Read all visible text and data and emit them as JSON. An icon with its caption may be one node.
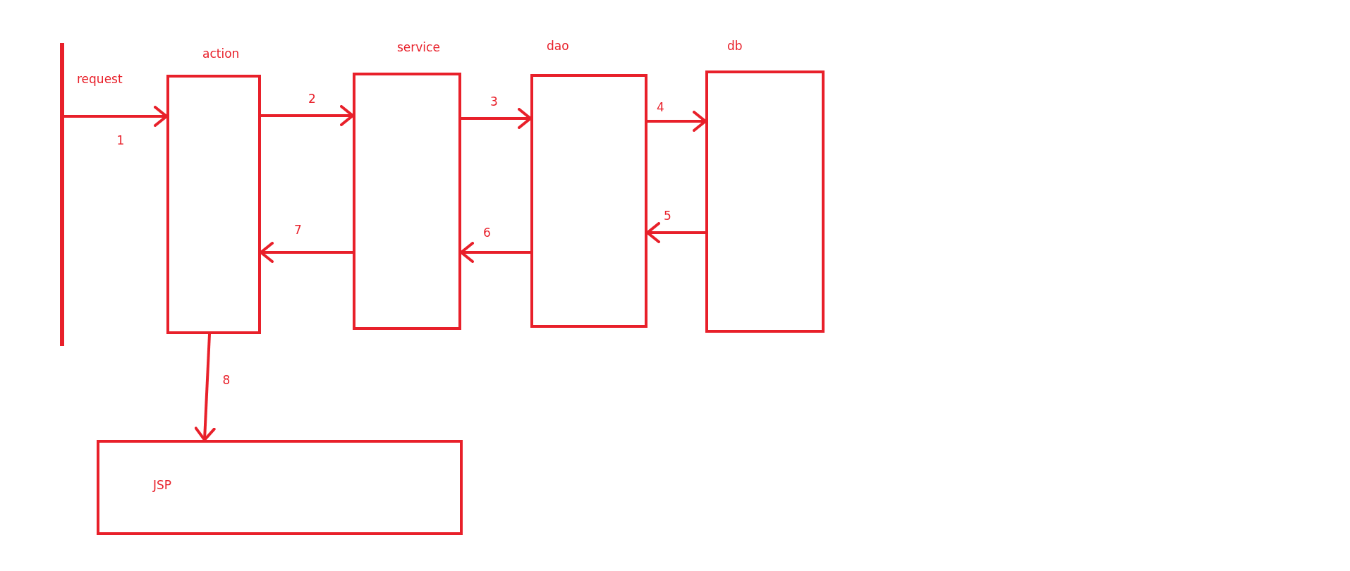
{
  "diagram": {
    "nodes": [
      {
        "text": [],
        "shape": "bar"
      },
      {
        "text": [
          "action"
        ]
      },
      {
        "text": [
          "service"
        ]
      },
      {
        "text": [
          "dao"
        ]
      },
      {
        "text": [
          "db"
        ]
      },
      {
        "text": [
          "JSP"
        ]
      }
    ],
    "edges": [
      {
        "from": 0,
        "to": 1,
        "arrow": "to",
        "label": "1"
      },
      {
        "from": 1,
        "to": 2,
        "arrow": "to",
        "label": "2"
      },
      {
        "from": 2,
        "to": 3,
        "arrow": "to",
        "label": "3"
      },
      {
        "from": 3,
        "to": 4,
        "arrow": "to",
        "label": "4"
      },
      {
        "from": 4,
        "to": 3,
        "arrow": "to",
        "label": "5"
      },
      {
        "from": 3,
        "to": 2,
        "arrow": "to",
        "label": "6"
      },
      {
        "from": 2,
        "to": 1,
        "arrow": "to",
        "label": "7"
      },
      {
        "from": 1,
        "to": 5,
        "arrow": "to",
        "label": "8"
      }
    ],
    "labels": [
      "request"
    ]
  }
}
